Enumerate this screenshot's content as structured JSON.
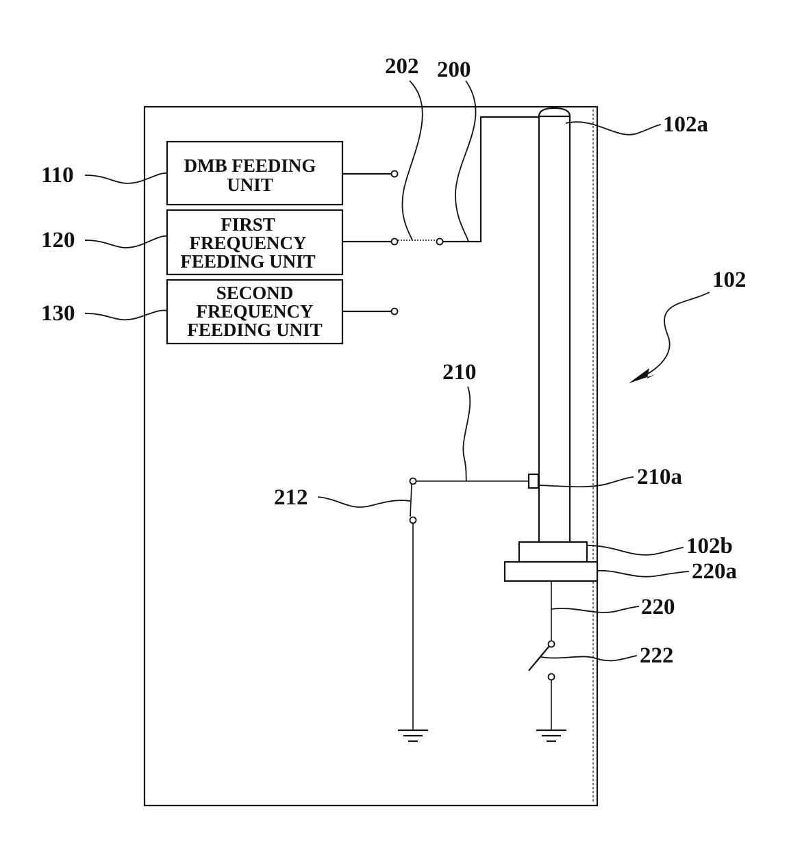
{
  "blocks": {
    "dmb": {
      "line1": "DMB FEEDING",
      "line2": "UNIT"
    },
    "first": {
      "line1": "FIRST",
      "line2": "FREQUENCY",
      "line3": "FEEDING UNIT"
    },
    "second": {
      "line1": "SECOND",
      "line2": "FREQUENCY",
      "line3": "FEEDING UNIT"
    }
  },
  "refs": {
    "r110": "110",
    "r120": "120",
    "r130": "130",
    "r202": "202",
    "r200": "200",
    "r102a": "102a",
    "r102": "102",
    "r210": "210",
    "r210a": "210a",
    "r212": "212",
    "r102b": "102b",
    "r220a": "220a",
    "r220": "220",
    "r222": "222"
  }
}
